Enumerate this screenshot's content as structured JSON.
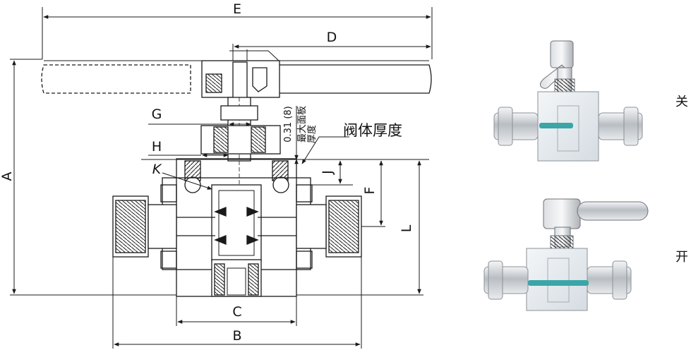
{
  "dimensions": {
    "A": "A",
    "B": "B",
    "C": "C",
    "D": "D",
    "E": "E",
    "F": "F",
    "G": "G",
    "H": "H",
    "J": "J",
    "K": "K",
    "L": "L"
  },
  "annotations": {
    "panel_clearance": "0.31 (8)",
    "max_panel_line1": "最大面板",
    "max_panel_line2": "厚度",
    "body_thickness": "阀体厚度"
  },
  "states": {
    "closed": "关",
    "open": "开"
  },
  "colors": {
    "line": "#1a1a1a",
    "metal": "#c8ccd0",
    "glass": "#e6ebf0",
    "indicator": "#3aa6a8"
  }
}
